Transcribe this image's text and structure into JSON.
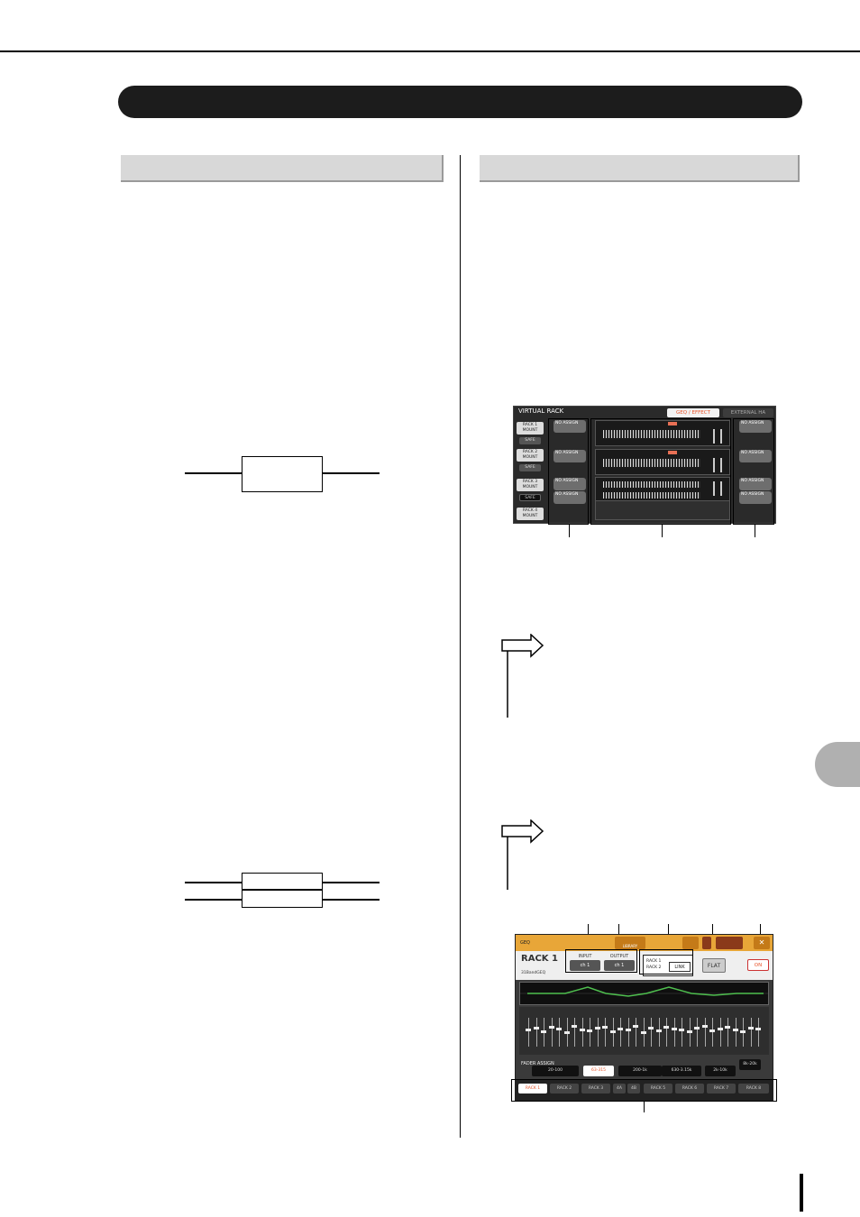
{
  "virtual_rack_screen": {
    "title": "VIRTUAL  RACK",
    "tab_geq_effect": "GEQ / EFFECT",
    "tab_external_ha": "EXTERNAL HA",
    "racks": [
      {
        "label": "RACK 1\nMOUNT",
        "safe": "SAFE"
      },
      {
        "label": "RACK 2\nMOUNT",
        "safe": "SAFE"
      },
      {
        "label": "RACK 3\nMOUNT",
        "safe": "SAFE"
      },
      {
        "label": "RACK 4\nMOUNT"
      }
    ],
    "no_assign_label": "NO ASSIGN"
  },
  "geq_screen": {
    "title": "GEQ",
    "library_label": "LIBRARY",
    "rack_name": "RACK  1",
    "rack_type": "31BandGEQ",
    "input_label": "INPUT",
    "input_value": "ch 1",
    "output_label": "OUTPUT",
    "output_value": "ch 1",
    "link_rack_a": "RACK 1",
    "link_rack_b": "RACK 2",
    "link_label": "LINK",
    "flat_label": "FLAT",
    "on_label": "ON",
    "close_label": "✕",
    "fader_assign_title": "FADER ASSIGN",
    "fader_ranges": [
      "20-100",
      "63-315",
      "200-1k",
      "630-3.15k",
      "2k-10k",
      "8k-20k"
    ],
    "rack_tabs": [
      "RACK 1",
      "RACK 2",
      "RACK 3",
      "4A",
      "4B",
      "RACK 5",
      "RACK 6",
      "RACK 7",
      "RACK 8"
    ]
  }
}
